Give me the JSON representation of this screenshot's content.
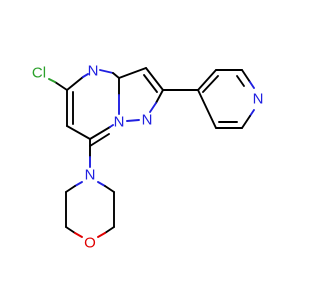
{
  "atoms": {
    "cl": {
      "label": "Cl",
      "color": "#2aa02a"
    },
    "n_pyrimidine_top": {
      "label": "N",
      "color": "#2020e0"
    },
    "n_bridge": {
      "label": "N",
      "color": "#2020e0"
    },
    "n_pyrazole": {
      "label": "N",
      "color": "#2020e0"
    },
    "n_pyridine": {
      "label": "N",
      "color": "#2020e0"
    },
    "n_morpholine": {
      "label": "N",
      "color": "#2020e0"
    },
    "o_morpholine": {
      "label": "O",
      "color": "#e00000"
    }
  },
  "colors": {
    "bond": "#000000",
    "background": "#ffffff"
  }
}
